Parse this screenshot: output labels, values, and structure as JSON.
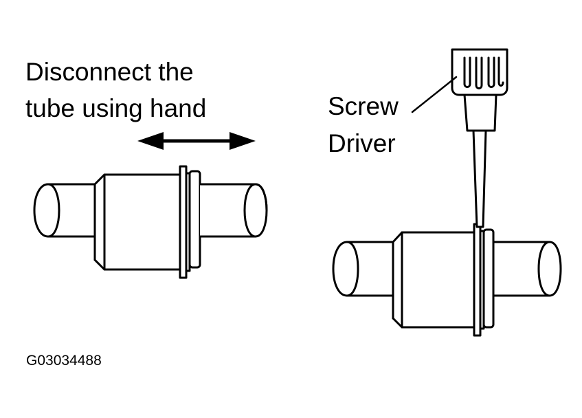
{
  "left_panel": {
    "instruction_line1": "Disconnect the",
    "instruction_line2": "tube using hand"
  },
  "right_panel": {
    "tool_label_line1": "Screw",
    "tool_label_line2": "Driver"
  },
  "figure_code": "G03034488",
  "colors": {
    "ink": "#000000",
    "paper": "#ffffff"
  }
}
